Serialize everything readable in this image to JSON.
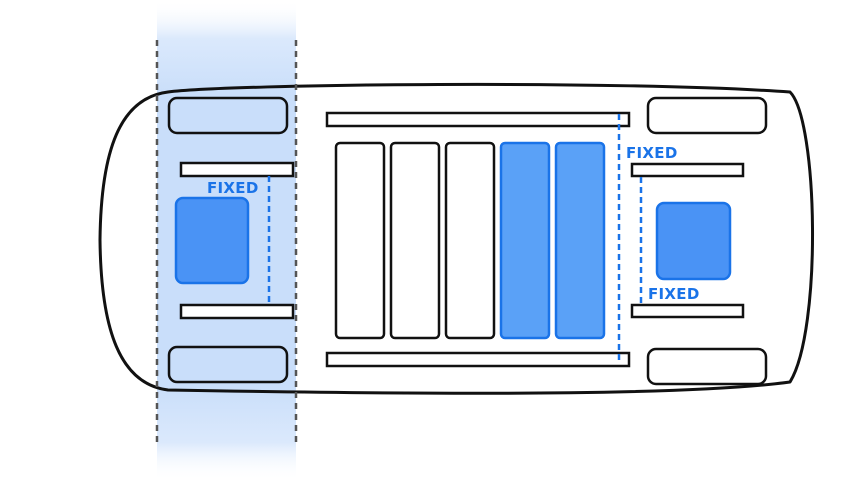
{
  "labels": {
    "fixed_front_left": "FIXED",
    "fixed_rear_top": "FIXED",
    "fixed_rear_bottom": "FIXED"
  },
  "colors": {
    "outline": "#111111",
    "accent": "#1a73e8",
    "highlight_fill": "#cfe2fb",
    "cell_fill": "#5aa1f7",
    "cell_stroke": "#1a73e8",
    "guide_dash": "#555555"
  },
  "battery": {
    "total_cells": 5,
    "highlighted_cells": 2
  }
}
